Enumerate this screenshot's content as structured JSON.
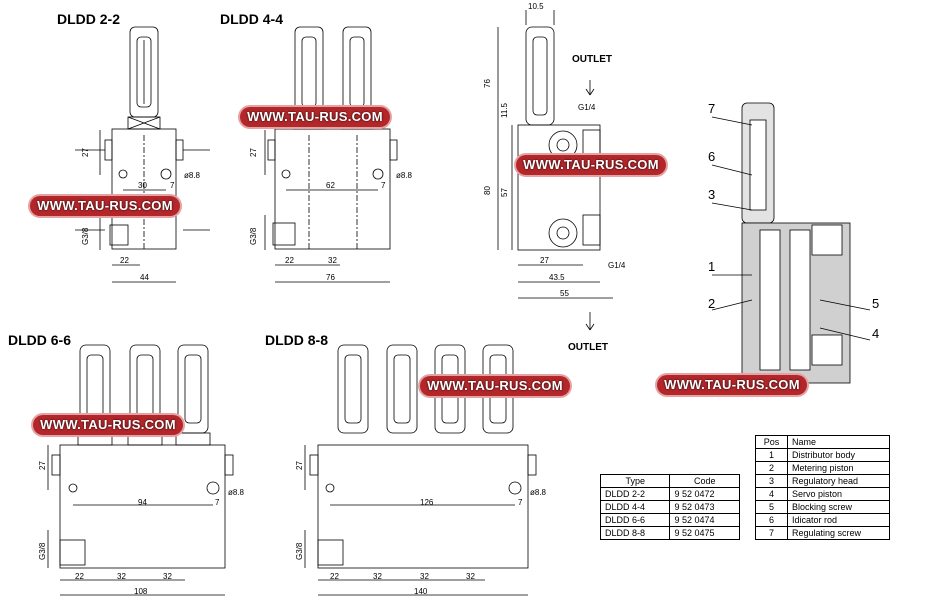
{
  "titles": {
    "dldd22": "DLDD 2-2",
    "dldd44": "DLDD 4-4",
    "dldd66": "DLDD 6-6",
    "dldd88": "DLDD 8-8"
  },
  "watermark": "WWW.TAU-RUS.COM",
  "outlet_top": "OUTLET",
  "outlet_bottom": "OUTLET",
  "dims": {
    "d27": "27",
    "d30": "30",
    "d7": "7",
    "d88": "ø8.8",
    "g38": "G3/8",
    "d22": "22",
    "d44": "44",
    "d62": "62",
    "d32": "32",
    "d76": "76",
    "d94": "94",
    "d108": "108",
    "d126": "126",
    "d140": "140",
    "d105": "10.5",
    "d76v": "76",
    "d115": "11.5",
    "d80": "80",
    "d57": "57",
    "g14": "G1/4",
    "d435": "43.5",
    "d55": "55"
  },
  "callouts": [
    "7",
    "6",
    "3",
    "1",
    "2",
    "5",
    "4"
  ],
  "type_table": {
    "headers": [
      "Type",
      "Code"
    ],
    "rows": [
      [
        "DLDD 2-2",
        "9 52 0472"
      ],
      [
        "DLDD 4-4",
        "9 52 0473"
      ],
      [
        "DLDD 6-6",
        "9 52 0474"
      ],
      [
        "DLDD 8-8",
        "9 52 0475"
      ]
    ]
  },
  "pos_table": {
    "headers": [
      "Pos",
      "Name"
    ],
    "rows": [
      [
        "1",
        "Distributor body"
      ],
      [
        "2",
        "Metering piston"
      ],
      [
        "3",
        "Regulatory head"
      ],
      [
        "4",
        "Servo piston"
      ],
      [
        "5",
        "Blocking screw"
      ],
      [
        "6",
        "Idicator rod"
      ],
      [
        "7",
        "Regulating screw"
      ]
    ]
  }
}
